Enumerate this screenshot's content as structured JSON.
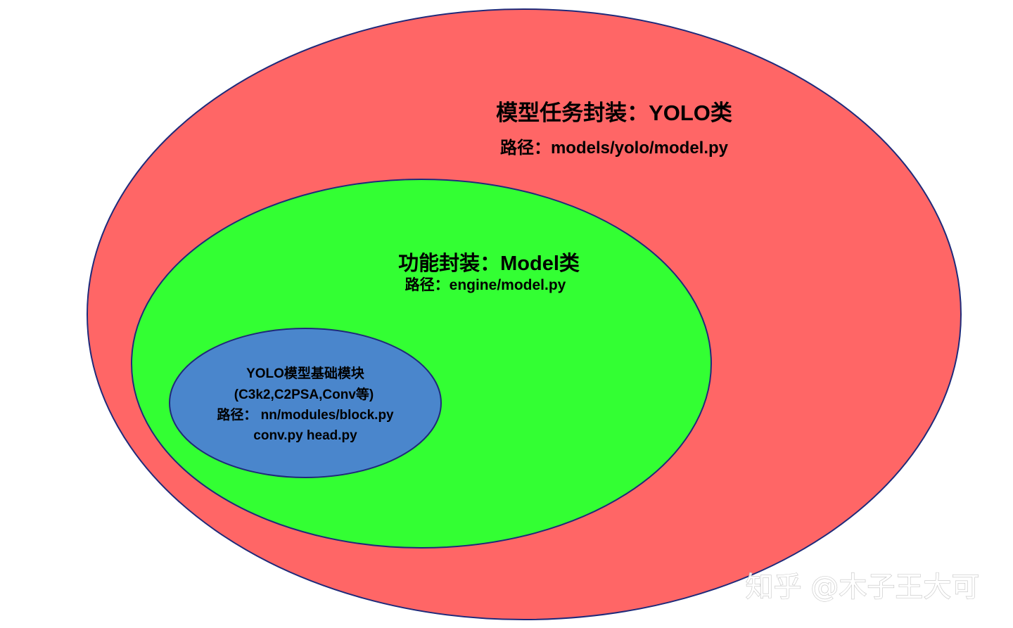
{
  "outer": {
    "title": "模型任务封装：YOLO类",
    "path": "路径：models/yolo/model.py",
    "color": "#ff6666"
  },
  "middle": {
    "title": "功能封装：Model类",
    "path": "路径：engine/model.py",
    "color": "#33ff33"
  },
  "inner": {
    "line1": "YOLO模型基础模块",
    "line2": "(C3k2,C2PSA,Conv等)",
    "line3": "路径： nn/modules/block.py",
    "line4": "conv.py head.py",
    "color": "#4a86cc"
  },
  "border_color": "#1f2a7a",
  "watermark": "知乎 @木子王大可"
}
